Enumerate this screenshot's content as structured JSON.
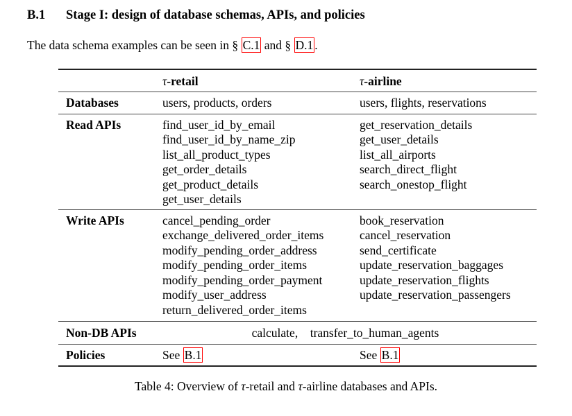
{
  "section": {
    "number": "B.1",
    "title": "Stage I: design of database schemas, APIs, and policies"
  },
  "intro": {
    "text_before": "The data schema examples can be seen in § ",
    "ref1": "C.1",
    "text_middle": " and § ",
    "ref2": "D.1",
    "text_after": "."
  },
  "table": {
    "headers": {
      "tau": "τ",
      "retail": "-retail",
      "airline": "-airline"
    },
    "databases": {
      "label": "Databases",
      "retail": "users, products, orders",
      "airline": "users, flights, reservations"
    },
    "read_apis": {
      "label": "Read APIs",
      "retail": [
        "find_user_id_by_email",
        "find_user_id_by_name_zip",
        "list_all_product_types",
        "get_order_details",
        "get_product_details",
        "get_user_details"
      ],
      "airline": [
        "get_reservation_details",
        "get_user_details",
        "list_all_airports",
        "search_direct_flight",
        "search_onestop_flight"
      ]
    },
    "write_apis": {
      "label": "Write APIs",
      "retail": [
        "cancel_pending_order",
        "exchange_delivered_order_items",
        "modify_pending_order_address",
        "modify_pending_order_items",
        "modify_pending_order_payment",
        "modify_user_address",
        "return_delivered_order_items"
      ],
      "airline": [
        "book_reservation",
        "cancel_reservation",
        "send_certificate",
        "update_reservation_baggages",
        "update_reservation_flights",
        "update_reservation_passengers"
      ]
    },
    "non_db_apis": {
      "label": "Non-DB APIs",
      "items": [
        "calculate,",
        "transfer_to_human_agents"
      ]
    },
    "policies": {
      "label": "Policies",
      "see": "See ",
      "retail_ref": "B.1",
      "airline_ref": "B.1"
    }
  },
  "caption": {
    "prefix": "Table 4: Overview of ",
    "tau": "τ",
    "mid": "-retail and ",
    "suffix": "-airline databases and APIs."
  }
}
